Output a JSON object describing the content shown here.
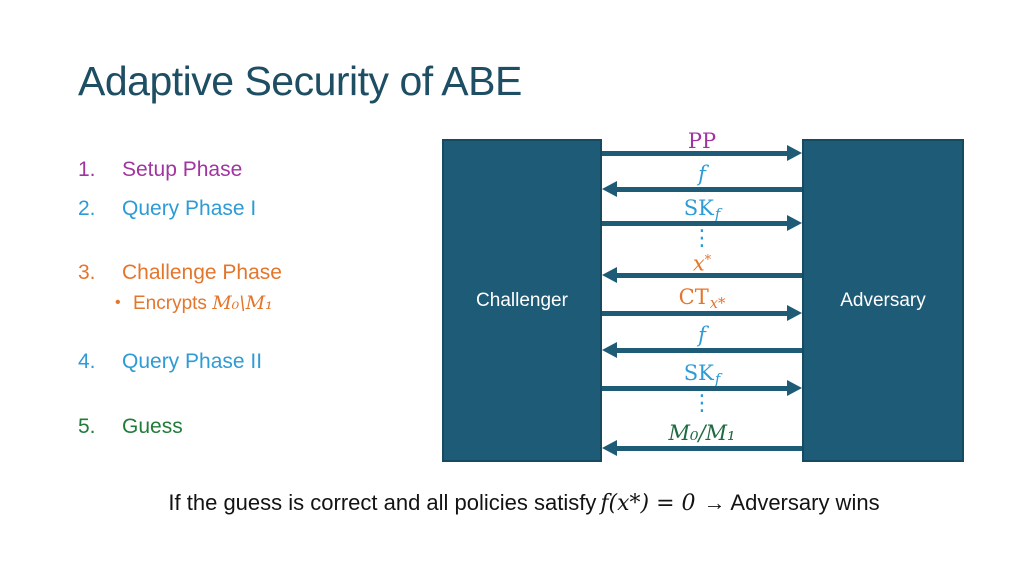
{
  "title": "Adaptive Security of ABE",
  "colors": {
    "purple": "#a135a0",
    "blue": "#2d9bd5",
    "orange": "#e4762c",
    "green": "#217c3a",
    "greenDark": "#1f6b40",
    "teal": "#1d5b77",
    "tealBorder": "#164a61",
    "titleTeal": "#1d4e63",
    "ink": "#131313"
  },
  "list": {
    "items": [
      {
        "num": "1.",
        "label": "Setup Phase"
      },
      {
        "num": "2.",
        "label": "Query Phase I"
      },
      {
        "num": "3.",
        "label": "Challenge Phase"
      },
      {
        "num": "4.",
        "label": "Query Phase II"
      },
      {
        "num": "5.",
        "label": "Guess"
      }
    ],
    "sub_bullet": {
      "marker": "•",
      "text": "Encrypts",
      "math": "M₀\\M₁"
    }
  },
  "diagram": {
    "challenger_label": "Challenger",
    "adversary_label": "Adversary",
    "dots": "⋮",
    "messages": [
      {
        "main": "PP"
      },
      {
        "main": "f"
      },
      {
        "main": "SK",
        "sub": "f"
      },
      {
        "main": "x",
        "sup": "*"
      },
      {
        "main": "CT",
        "sub": "x*"
      },
      {
        "main": "f"
      },
      {
        "main": "SK",
        "sub": "f"
      },
      {
        "main": "M₀/M₁"
      }
    ]
  },
  "footer": {
    "pre": "If the guess is correct and all policies satisfy",
    "math": "f(x*) = 0",
    "post": "→ Adversary wins"
  }
}
